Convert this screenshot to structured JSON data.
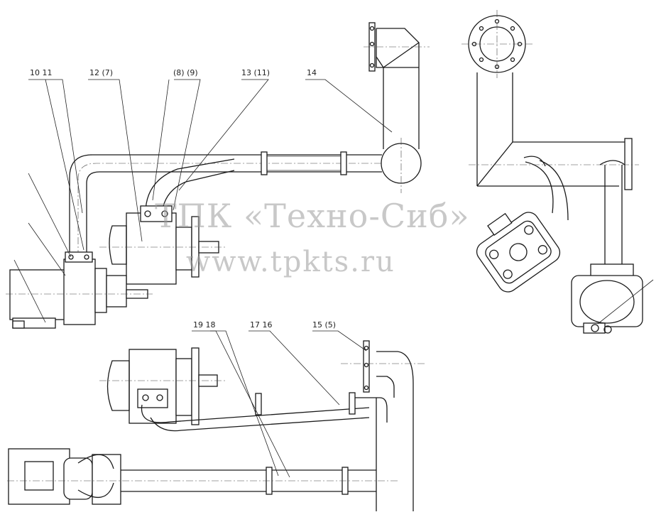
{
  "callouts": {
    "c10_11": "10  11",
    "c12_7": "12  (7)",
    "c8_9": "(8)  (9)",
    "c13_11": "13  (11)",
    "c14": "14",
    "c19_18": "19  18",
    "c17_16": "17  16",
    "c15_5": "15  (5)"
  },
  "watermark": {
    "line1": "ТПК «Техно-Сиб»",
    "line2": "www.tpkts.ru"
  }
}
